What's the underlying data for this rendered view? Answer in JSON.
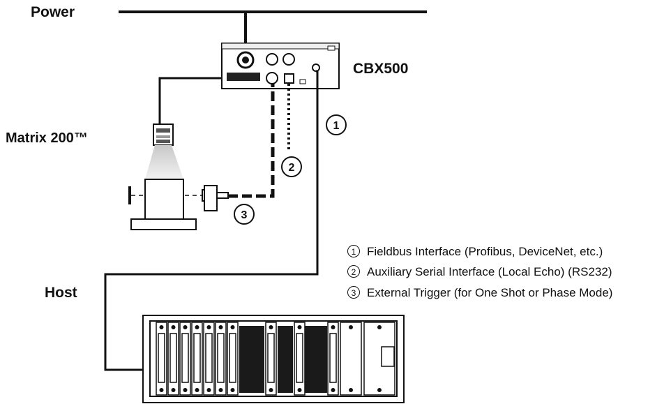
{
  "labels": {
    "power": "Power",
    "cbx": "CBX500",
    "matrix": "Matrix 200™",
    "host": "Host"
  },
  "markers": [
    "1",
    "2",
    "3"
  ],
  "legend": [
    {
      "marker": "1",
      "text": "Fieldbus Interface (Profibus, DeviceNet, etc.)"
    },
    {
      "marker": "2",
      "text": "Auxiliary Serial Interface (Local Echo) (RS232)"
    },
    {
      "marker": "3",
      "text": "External Trigger (for One Shot or Phase Mode)"
    }
  ],
  "colors": {
    "ink": "#111111",
    "paper": "#ffffff",
    "slot_fill": "#1a1a1a"
  }
}
